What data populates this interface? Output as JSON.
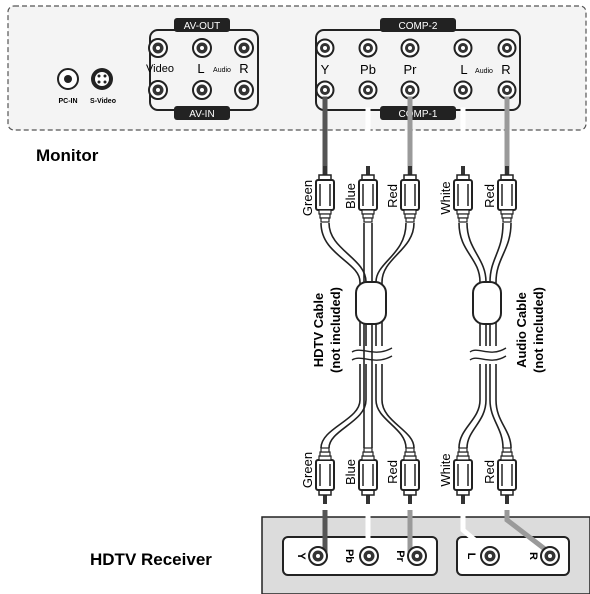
{
  "monitor": {
    "label": "Monitor",
    "av_out": "AV-OUT",
    "av_in": "AV-IN",
    "comp2": "COMP-2",
    "comp1": "COMP-1",
    "video": "Video",
    "av_l": "L",
    "av_audio": "Audio",
    "av_r": "R",
    "y": "Y",
    "pb": "Pb",
    "pr": "Pr",
    "comp_l": "L",
    "comp_audio": "Audio",
    "comp_r": "R",
    "pc_in": "PC-IN",
    "s_video": "S-Video"
  },
  "cables": {
    "hdtv": {
      "name": "HDTV Cable",
      "note": "(not included)"
    },
    "audio": {
      "name": "Audio Cable",
      "note": "(not included)"
    }
  },
  "plugs": {
    "green": "Green",
    "blue": "Blue",
    "red": "Red",
    "white": "White",
    "red2": "Red"
  },
  "receiver": {
    "label": "HDTV Receiver",
    "y": "Y",
    "pb": "Pb",
    "pr": "Pr",
    "l": "L",
    "r": "R"
  },
  "colors": {
    "wire_dark": "#555555",
    "wire_light": "#9a9a9a",
    "panel_fill": "#f4f4f4",
    "receiver_fill": "#dcdcdc"
  }
}
